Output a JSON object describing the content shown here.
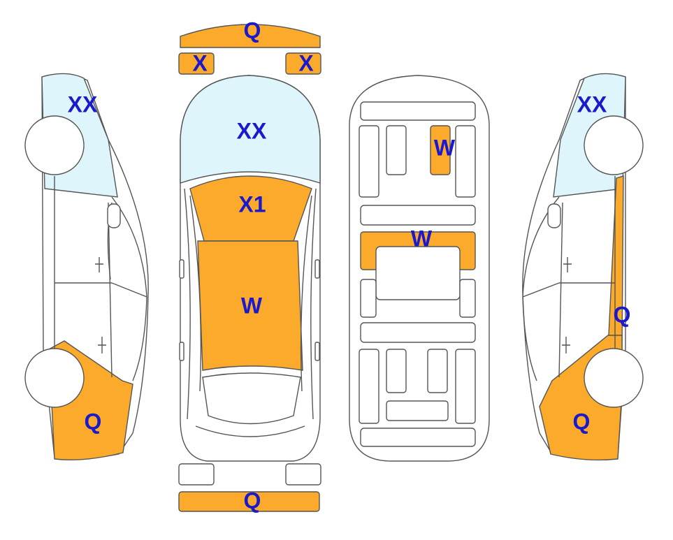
{
  "colors": {
    "damage_fill": "#FBAA2C",
    "glass_fill": "#DEF5FC",
    "outline": "#555555",
    "label": "#1A1ACC",
    "background": "#FFFFFF"
  },
  "labels": {
    "front_bumper": "Q",
    "left_headlight": "X",
    "right_headlight": "X",
    "windshield": "XX",
    "hood": "X1",
    "roof": "W",
    "rear_bumper": "Q",
    "interior_rear_seat": "W",
    "interior_middle": "W",
    "left_side_window": "XX",
    "left_side_rear": "Q",
    "right_side_window": "XX",
    "right_side_strip": "Q",
    "right_side_rear": "Q"
  }
}
